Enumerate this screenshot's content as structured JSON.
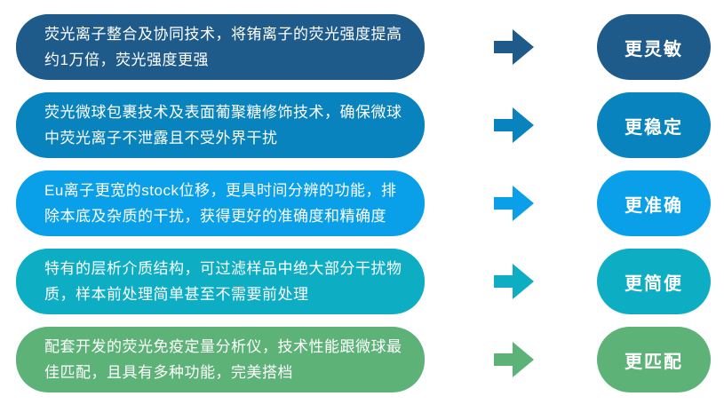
{
  "diagram_title": "",
  "arrow_icon": "right-arrow",
  "rows": [
    {
      "description": "荧光离子整合及协同技术，将铕离子的荧光强度提高约1万倍，荧光强度更强",
      "benefit": "更灵敏",
      "color": "#1E5B8A"
    },
    {
      "description": "荧光微球包裹技术及表面葡聚糖修饰技术，确保微球中荧光离子不泄露且不受外界干扰",
      "benefit": "更稳定",
      "color": "#0883BD"
    },
    {
      "description": "Eu离子更宽的stock位移，更具时间分辨的功能，排除本底及杂质的干扰，获得更好的准确度和精确度",
      "benefit": "更准确",
      "color": "#09A0E9"
    },
    {
      "description": "特有的层析介质结构，可过滤样品中绝大部分干扰物质，样本前处理简单甚至不需要前处理",
      "benefit": "更简便",
      "color": "#0DADC4"
    },
    {
      "description": "配套开发的荧光免疫定量分析仪，技术性能跟微球最佳匹配，且具有多种功能，完美搭档",
      "benefit": "更匹配",
      "color": "#5DB277"
    }
  ]
}
